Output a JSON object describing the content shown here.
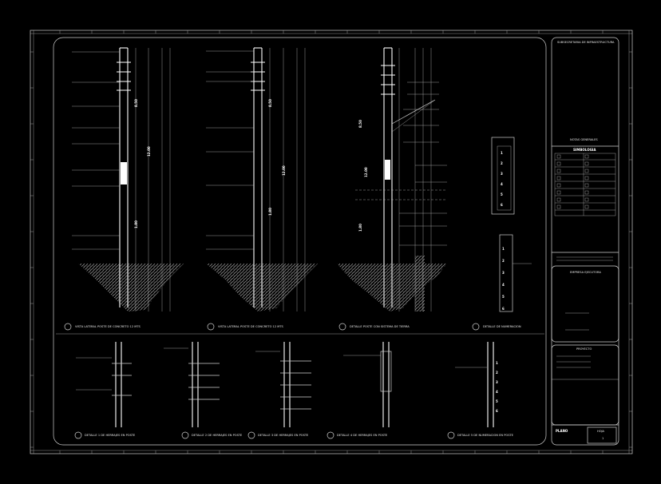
{
  "colors": {
    "background": "#000000",
    "linework": "#e6e6e6",
    "soil_hatch": "#bfbfbf"
  },
  "main_views": [
    {
      "caption": "VISTA LATERAL POSTE DE CONCRETO 12 MTS",
      "height_label": "12.00",
      "upper_label": "8.50",
      "lower_label": "1.80"
    },
    {
      "caption": "VISTA LATERAL POSTE DE CONCRETO 12 MTS",
      "height_label": "12.00",
      "upper_label": "8.50",
      "lower_label": "1.80"
    },
    {
      "caption": "DETALLE POSTE CON SISTEMA DE TIERRA",
      "height_label": "12.00",
      "upper_label": "8.50",
      "lower_label": "1.80"
    },
    {
      "caption": "DETALLE DE NUMERACION",
      "height_label": "",
      "upper_label": "",
      "lower_label": ""
    }
  ],
  "numbering_digits": [
    "1",
    "2",
    "3",
    "4",
    "5",
    "6"
  ],
  "detail_views": [
    {
      "caption": "DETALLE 1 DE HERRAJES EN POSTE"
    },
    {
      "caption": "DETALLE 2 DE HERRAJES EN POSTE"
    },
    {
      "caption": "DETALLE 3 DE HERRAJES EN POSTE"
    },
    {
      "caption": "DETALLE 4 DE HERRAJES EN POSTE"
    },
    {
      "caption": "DETALLE 5 DE NUMERACION EN POSTE"
    }
  ],
  "title_block": {
    "header": "SUBSECRETARIA DE INFRAESTRUCTURA",
    "notes_title": "NOTAS GENERALES",
    "legend_title": "SIMBOLOGIA",
    "company_title": "EMPRESA EJECUTORA",
    "project_title": "PROYECTO",
    "sheet_label": "PLANO",
    "sheet_number_label": "HOJA",
    "sheet_number": "1"
  }
}
